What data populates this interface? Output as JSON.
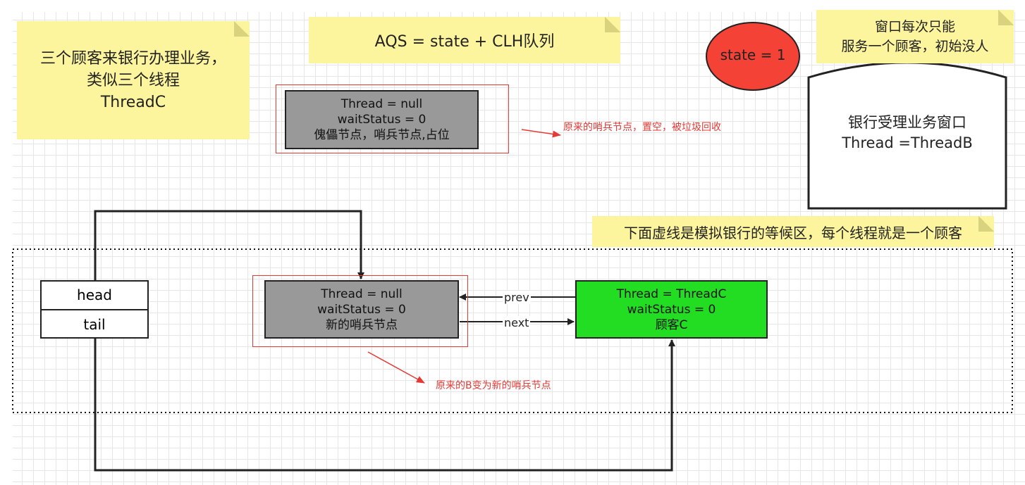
{
  "notes": {
    "customers": [
      "三个顾客来银行办理业务，",
      "类似三个线程",
      "ThreadC"
    ],
    "aqs_title": "AQS = state + CLH队列",
    "window_note": [
      "窗口每次只能",
      "服务一个顾客，初始没人"
    ],
    "waiting_area": "下面虚线是模拟银行的等候区，每个线程就是一个顾客"
  },
  "state_circle": {
    "label": "state = 1",
    "color": "#f44336"
  },
  "bank_window": {
    "line1": "银行受理业务窗口",
    "line2": "Thread =ThreadB"
  },
  "old_sentinel": {
    "line1": "Thread = null",
    "line2": "waitStatus = 0",
    "line3": "傀儡节点，哨兵节点,占位",
    "annotation": "原来的哨兵节点，置空，被垃圾回收"
  },
  "head_tail": {
    "head": "head",
    "tail": "tail"
  },
  "new_sentinel": {
    "line1": "Thread = null",
    "line2": "waitStatus = 0",
    "line3": "新的哨兵节点",
    "annotation": "原来的B变为新的哨兵节点"
  },
  "node_c": {
    "line1": "Thread = ThreadC",
    "line2": "waitStatus = 0",
    "line3": "顾客C",
    "color": "#22dd22"
  },
  "links": {
    "prev": "prev",
    "next": "next"
  }
}
